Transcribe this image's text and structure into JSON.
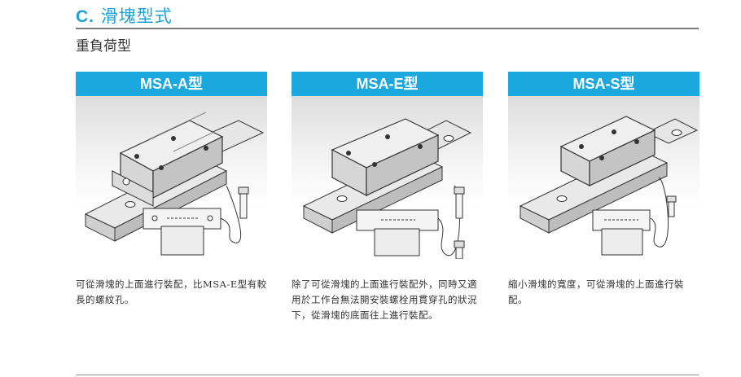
{
  "section": {
    "letter": "C.",
    "title": "滑塊型式"
  },
  "subtitle": "重負荷型",
  "cards": [
    {
      "title": "MSA-A型",
      "description": "可從滑塊的上面進行裝配，比MSA-E型有較長的螺紋孔。"
    },
    {
      "title": "MSA-E型",
      "description": "除了可從滑塊的上面進行裝配外，同時又適用於工作台無法開安裝螺栓用貫穿孔的狀況下，從滑塊的底面往上進行裝配。"
    },
    {
      "title": "MSA-S型",
      "description": "縮小滑塊的寬度，可從滑塊的上面進行裝配。"
    }
  ]
}
